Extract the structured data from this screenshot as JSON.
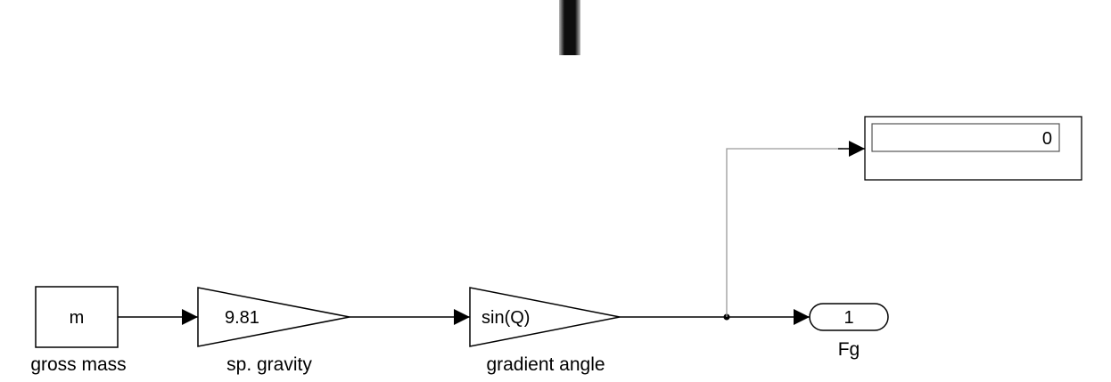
{
  "diagram": {
    "blocks": {
      "constant": {
        "value": "m",
        "label": "gross mass"
      },
      "gain_gravity": {
        "value": "9.81",
        "label": "sp. gravity"
      },
      "gain_sin": {
        "value": "sin(Q)",
        "label": "gradient angle"
      },
      "outport": {
        "value": "1",
        "label": "Fg"
      },
      "display": {
        "value": "0"
      }
    },
    "colors": {
      "stroke": "#000000",
      "branch_line": "#9a9a9a",
      "background": "#ffffff",
      "artifact": "#111111"
    }
  }
}
